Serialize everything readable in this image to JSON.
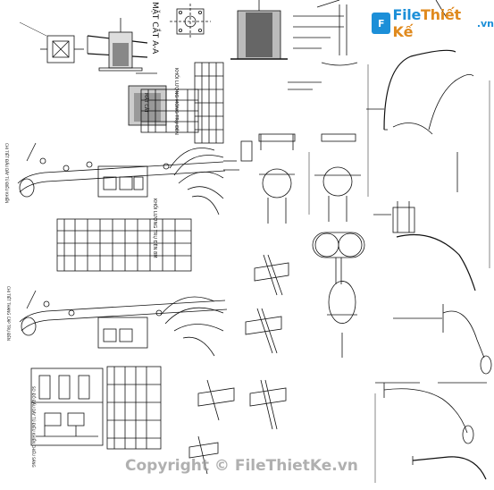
{
  "logo": {
    "icon": "F",
    "name_a": "File",
    "name_b": "Thiết Kế",
    "domain": ".vn"
  },
  "watermark": "Copyright © FileThietKe.vn",
  "labels": {
    "section_aa": "MẶT CẮT A-A",
    "mast_cut": "MẶT CẮT",
    "chart_title_1": "KHỐI LƯỢNG MÓNG TRỤ ĐÈN",
    "chart_title_2": "KHỐI LƯỢNG TRỤ ĐÈN 8M",
    "detail_a": "CHI TIẾT ĐẤU DÂY TỦ ĐIỀU KHIỂN",
    "detail_b": "CHI TIẾT THANG CÁP TRỤ ĐÈN",
    "wiring": "SƠ ĐỒ ĐẤU DÂY TỦ ĐIỀU KHIỂN CHIẾU SÁNG"
  },
  "colors": {
    "line": "#111111",
    "logo_blue": "#1c8fd8",
    "logo_orange": "#e08a1e"
  }
}
